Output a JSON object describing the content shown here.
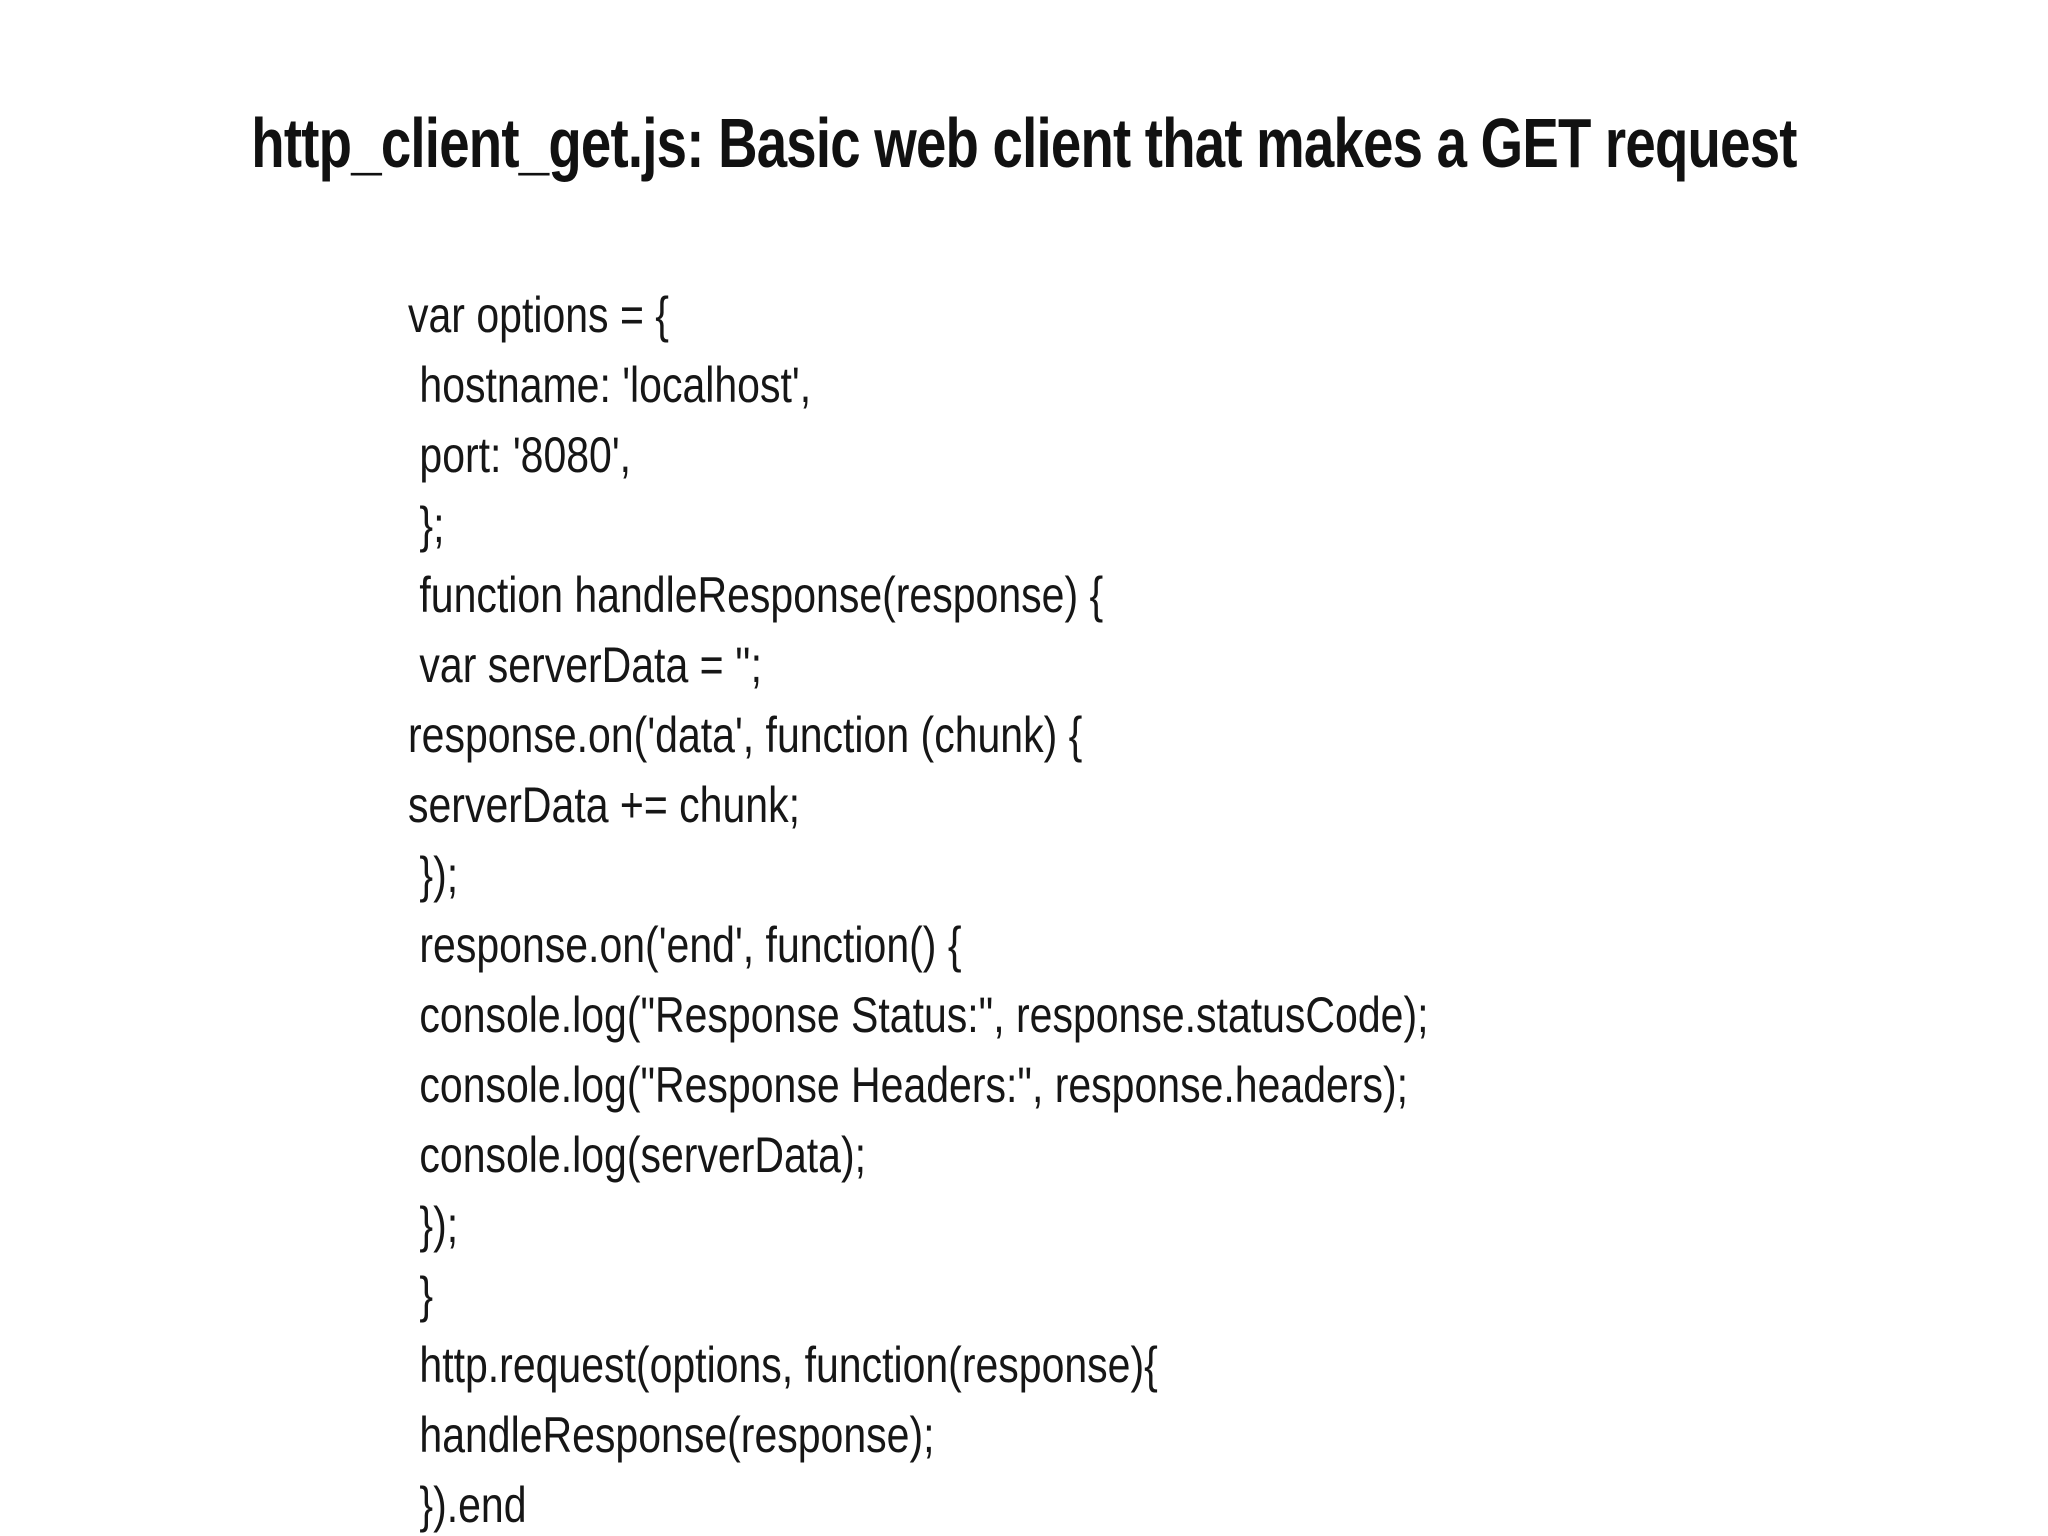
{
  "slide": {
    "title": "http_client_get.js: Basic web client that makes a GET request",
    "code_lines": [
      "var options = {",
      " hostname: 'localhost',",
      " port: '8080',",
      " };",
      " function handleResponse(response) {",
      " var serverData = '';",
      "response.on('data', function (chunk) {",
      "serverData += chunk;",
      " });",
      " response.on('end', function() {",
      " console.log(\"Response Status:\", response.statusCode);",
      " console.log(\"Response Headers:\", response.headers);",
      " console.log(serverData);",
      " });",
      " }",
      " http.request(options, function(response){",
      " handleResponse(response);",
      " }).end"
    ]
  },
  "colors": {
    "background": "#ffffff",
    "title_text": "#111111",
    "code_text": "#161616"
  }
}
